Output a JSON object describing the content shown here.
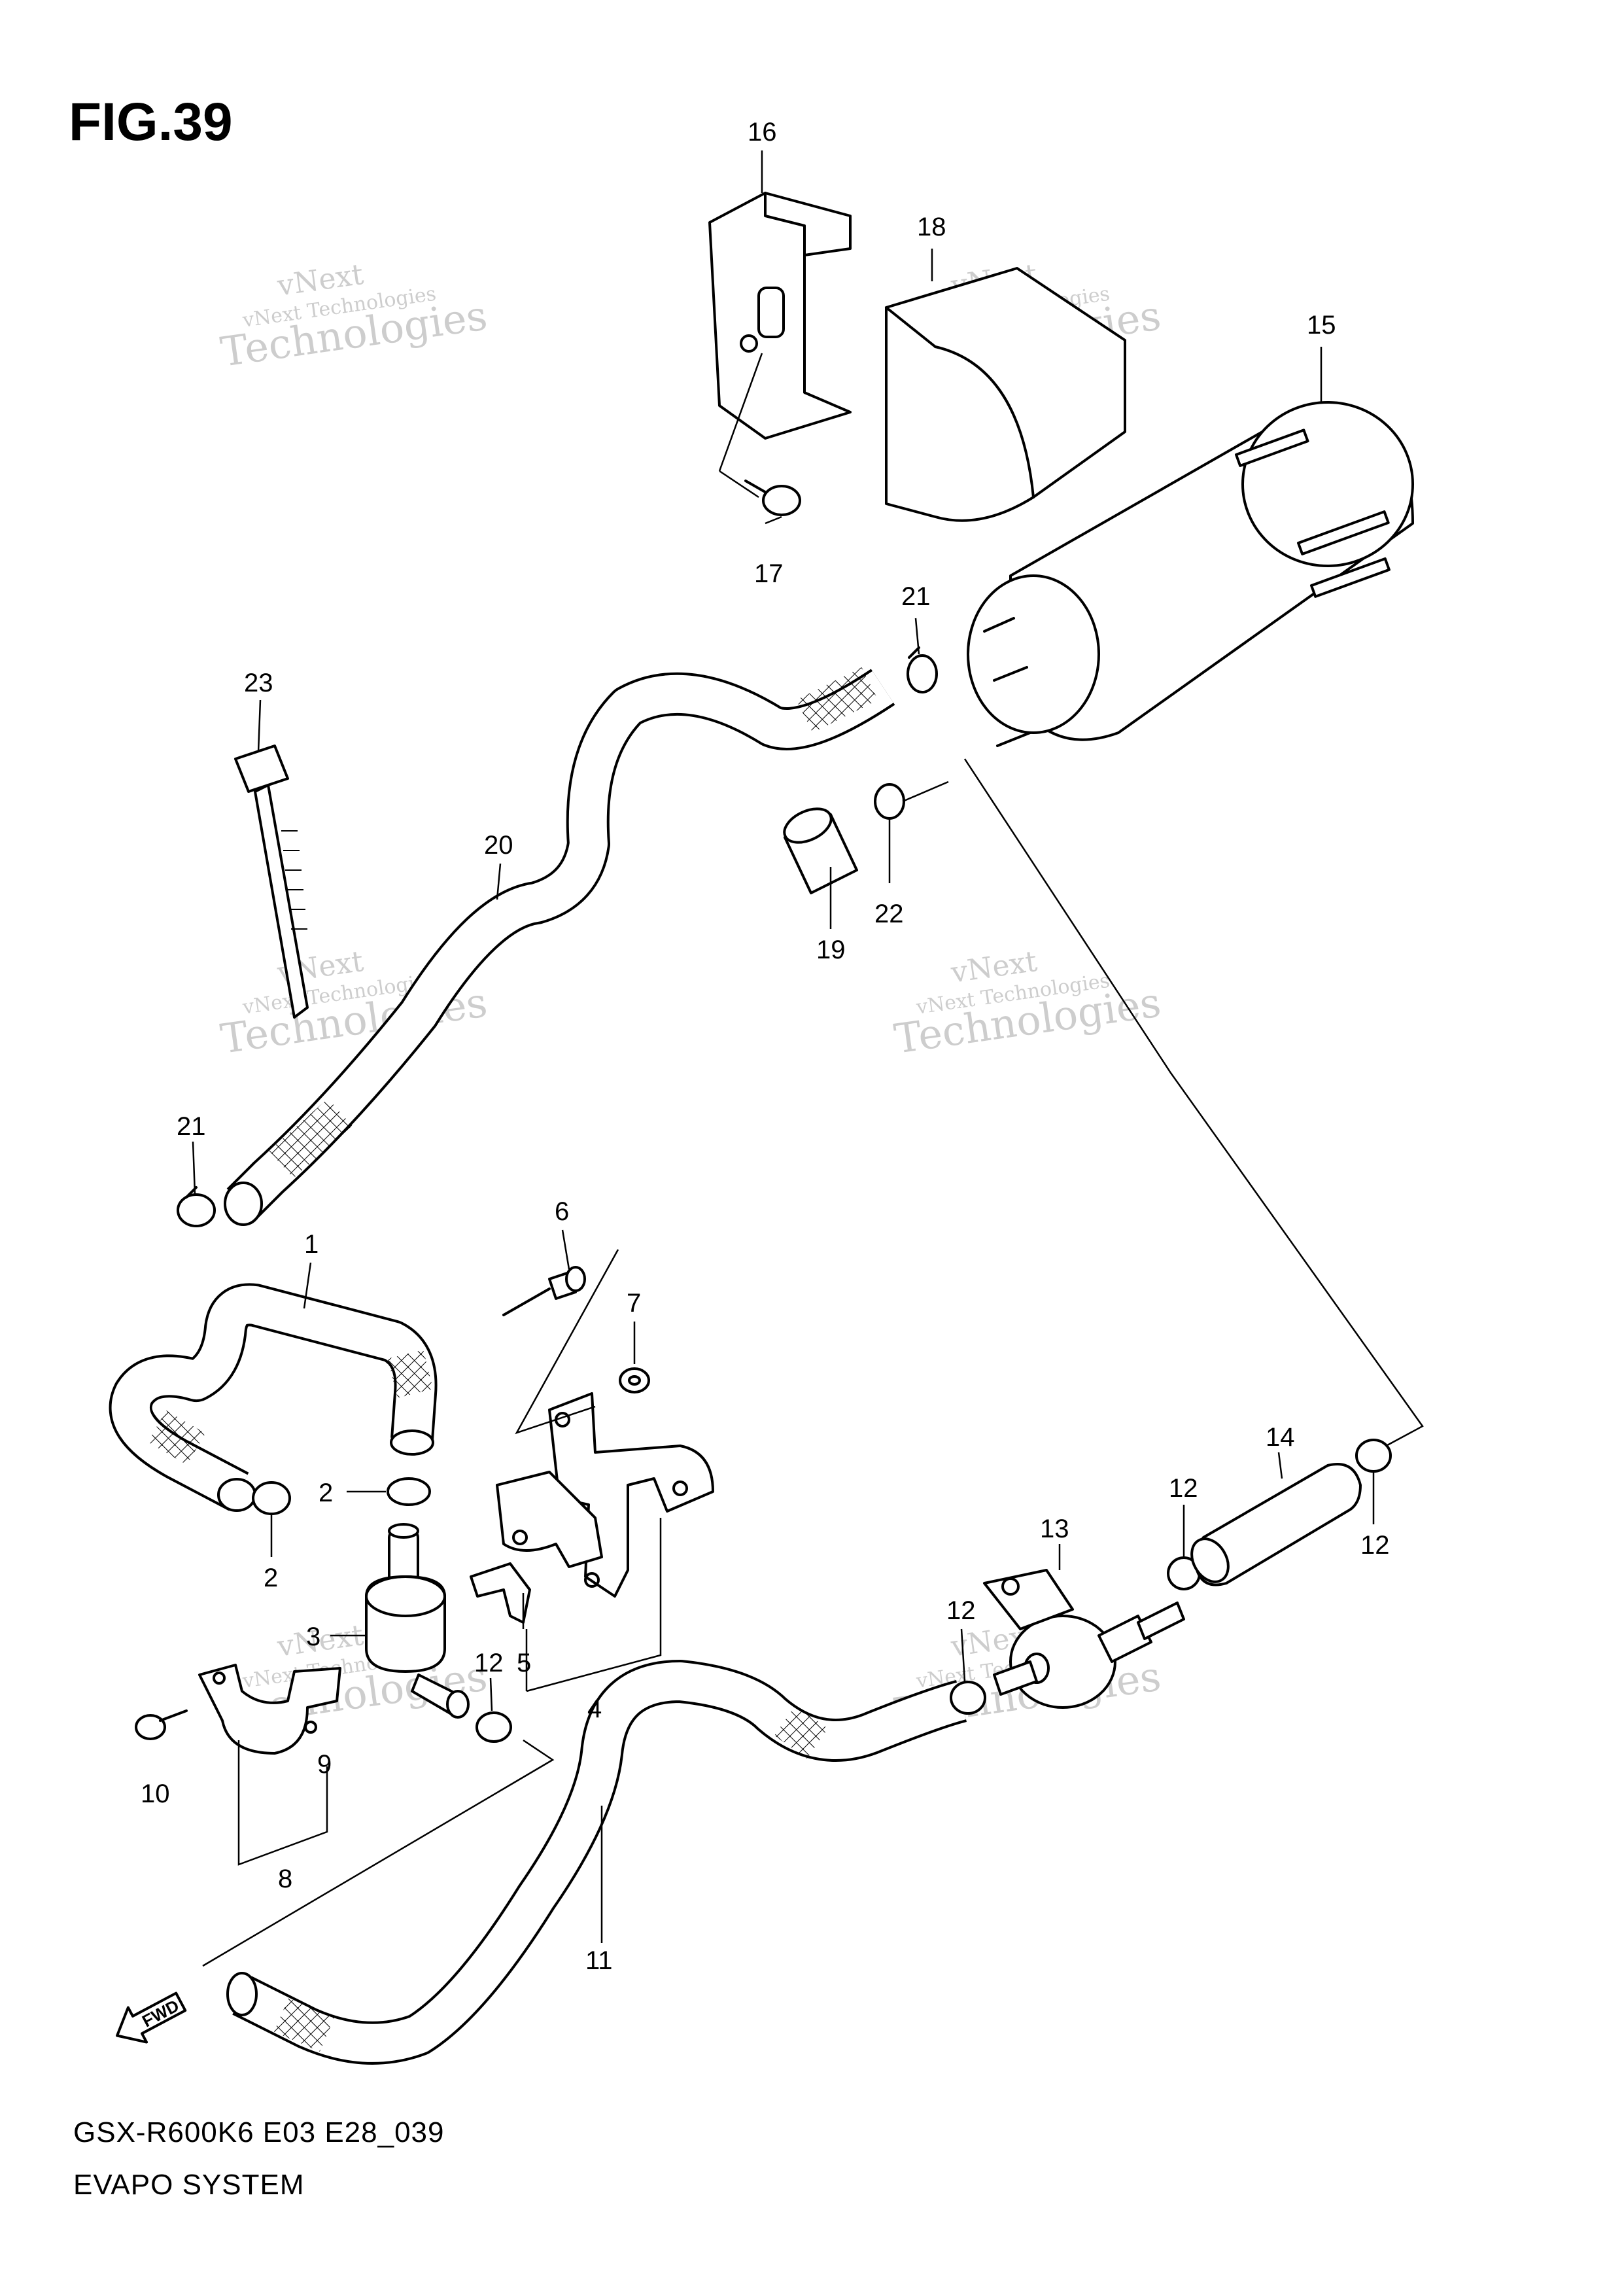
{
  "figure": {
    "title": "FIG.39",
    "model_code": "GSX-R600K6 E03 E28_039",
    "section_name": "EVAPO SYSTEM"
  },
  "direction_marker": {
    "label": "FWD",
    "icon": "forward-arrow-icon"
  },
  "watermark": {
    "line1": "vNext Technologies",
    "line2": "vNext",
    "line3": "Technologies"
  },
  "callouts": {
    "p1": "1",
    "p2a": "2",
    "p2b": "2",
    "p3": "3",
    "p4": "4",
    "p5": "5",
    "p6": "6",
    "p7": "7",
    "p8": "8",
    "p9": "9",
    "p10": "10",
    "p11": "11",
    "p12a": "12",
    "p12b": "12",
    "p12c": "12",
    "p12d": "12",
    "p13": "13",
    "p14": "14",
    "p15": "15",
    "p16": "16",
    "p17": "17",
    "p18": "18",
    "p19": "19",
    "p20": "20",
    "p21a": "21",
    "p21b": "21",
    "p22": "22",
    "p23": "23"
  }
}
